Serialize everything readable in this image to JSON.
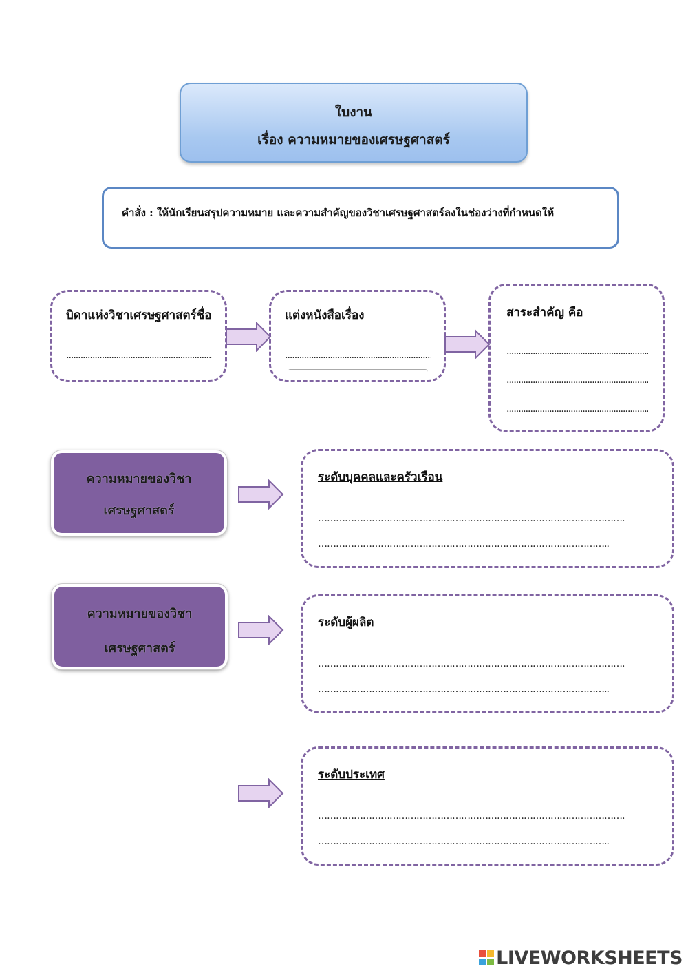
{
  "title": {
    "line1": "ใบงาน",
    "line2": "เรื่อง  ความหมายของเศรษฐศาสตร์"
  },
  "instruction": "คำสั่ง : ให้นักเรียนสรุปความหมาย และความสำคัญของวิชาเศรษฐศาสตร์ลงในช่องว่างที่กำหนดให้",
  "row1": {
    "box1_label": "บิดาแห่งวิชาเศรษฐศาสตร์ชื่อ",
    "box1_dots": "...................................................................",
    "box2_label": "แต่งหนังสือเรื่อง",
    "box2_dots": "...................................................................",
    "box3_label": "สาระสำคัญ คือ",
    "box3_dots1": "...................................................................",
    "box3_dots2": "...................................................................",
    "box3_dots3": "..................................................................."
  },
  "meaning_boxes": [
    {
      "line1": "ความหมายของวิชา",
      "line2": "เศรษฐศาสตร์"
    },
    {
      "line1": "ความหมายของวิชา",
      "line2": "เศรษฐศาสตร์"
    }
  ],
  "levels": [
    {
      "label": "ระดับบุคคลและครัวเรือน",
      "dots1": "………………………………………………………………………………………….",
      "dots2": "…………………………………………………………………………………….."
    },
    {
      "label": "ระดับผู้ผลิต",
      "dots1": "………………………………………………………………………………………….",
      "dots2": "…………………………………………………………………………………….."
    },
    {
      "label": "ระดับประเทศ",
      "dots1": "………………………………………………………………………………………….",
      "dots2": "…………………………………………………………………………………….."
    }
  ],
  "footer_logo": "LIVEWORKSHEETS",
  "colors": {
    "accent_purple": "#8064a2",
    "fill_purple": "#7f5f9f",
    "title_blue": "#a8c8f0",
    "arrow_fill": "#e6d4f0"
  }
}
